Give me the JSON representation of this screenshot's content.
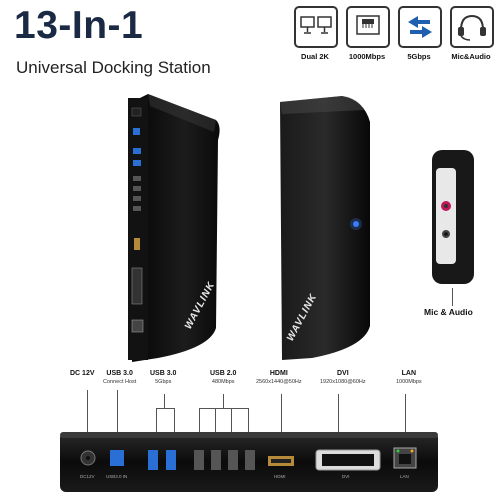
{
  "header": {
    "title": "13-In-1",
    "subtitle": "Universal Docking Station"
  },
  "features": [
    {
      "label": "Dual 2K",
      "icon": "dual-monitor-icon"
    },
    {
      "label": "1000Mbps",
      "icon": "ethernet-port-icon"
    },
    {
      "label": "5Gbps",
      "icon": "transfer-arrows-icon"
    },
    {
      "label": "Mic&Audio",
      "icon": "headset-icon"
    }
  ],
  "brand": "WAVLINK",
  "mic_label": "Mic & Audio",
  "ports": {
    "dc": {
      "label": "DC 12V"
    },
    "usb3_host": {
      "label": "USB 3.0",
      "sub": "Connect Host"
    },
    "usb3": {
      "label": "USB 3.0",
      "sub": "5Gbps"
    },
    "usb2": {
      "label": "USB 2.0",
      "sub": "480Mbps"
    },
    "hdmi": {
      "label": "HDMI",
      "sub": "2560x1440@50Hz"
    },
    "dvi": {
      "label": "DVI",
      "sub": "1920x1080@60Hz"
    },
    "lan": {
      "label": "LAN",
      "sub": "1000Mbps"
    }
  },
  "panel_labels": {
    "dc": "DC12V",
    "usb_in": "USB3.0 IN",
    "hdmi": "HDMI",
    "dvi": "DVI",
    "lan": "LAN"
  }
}
